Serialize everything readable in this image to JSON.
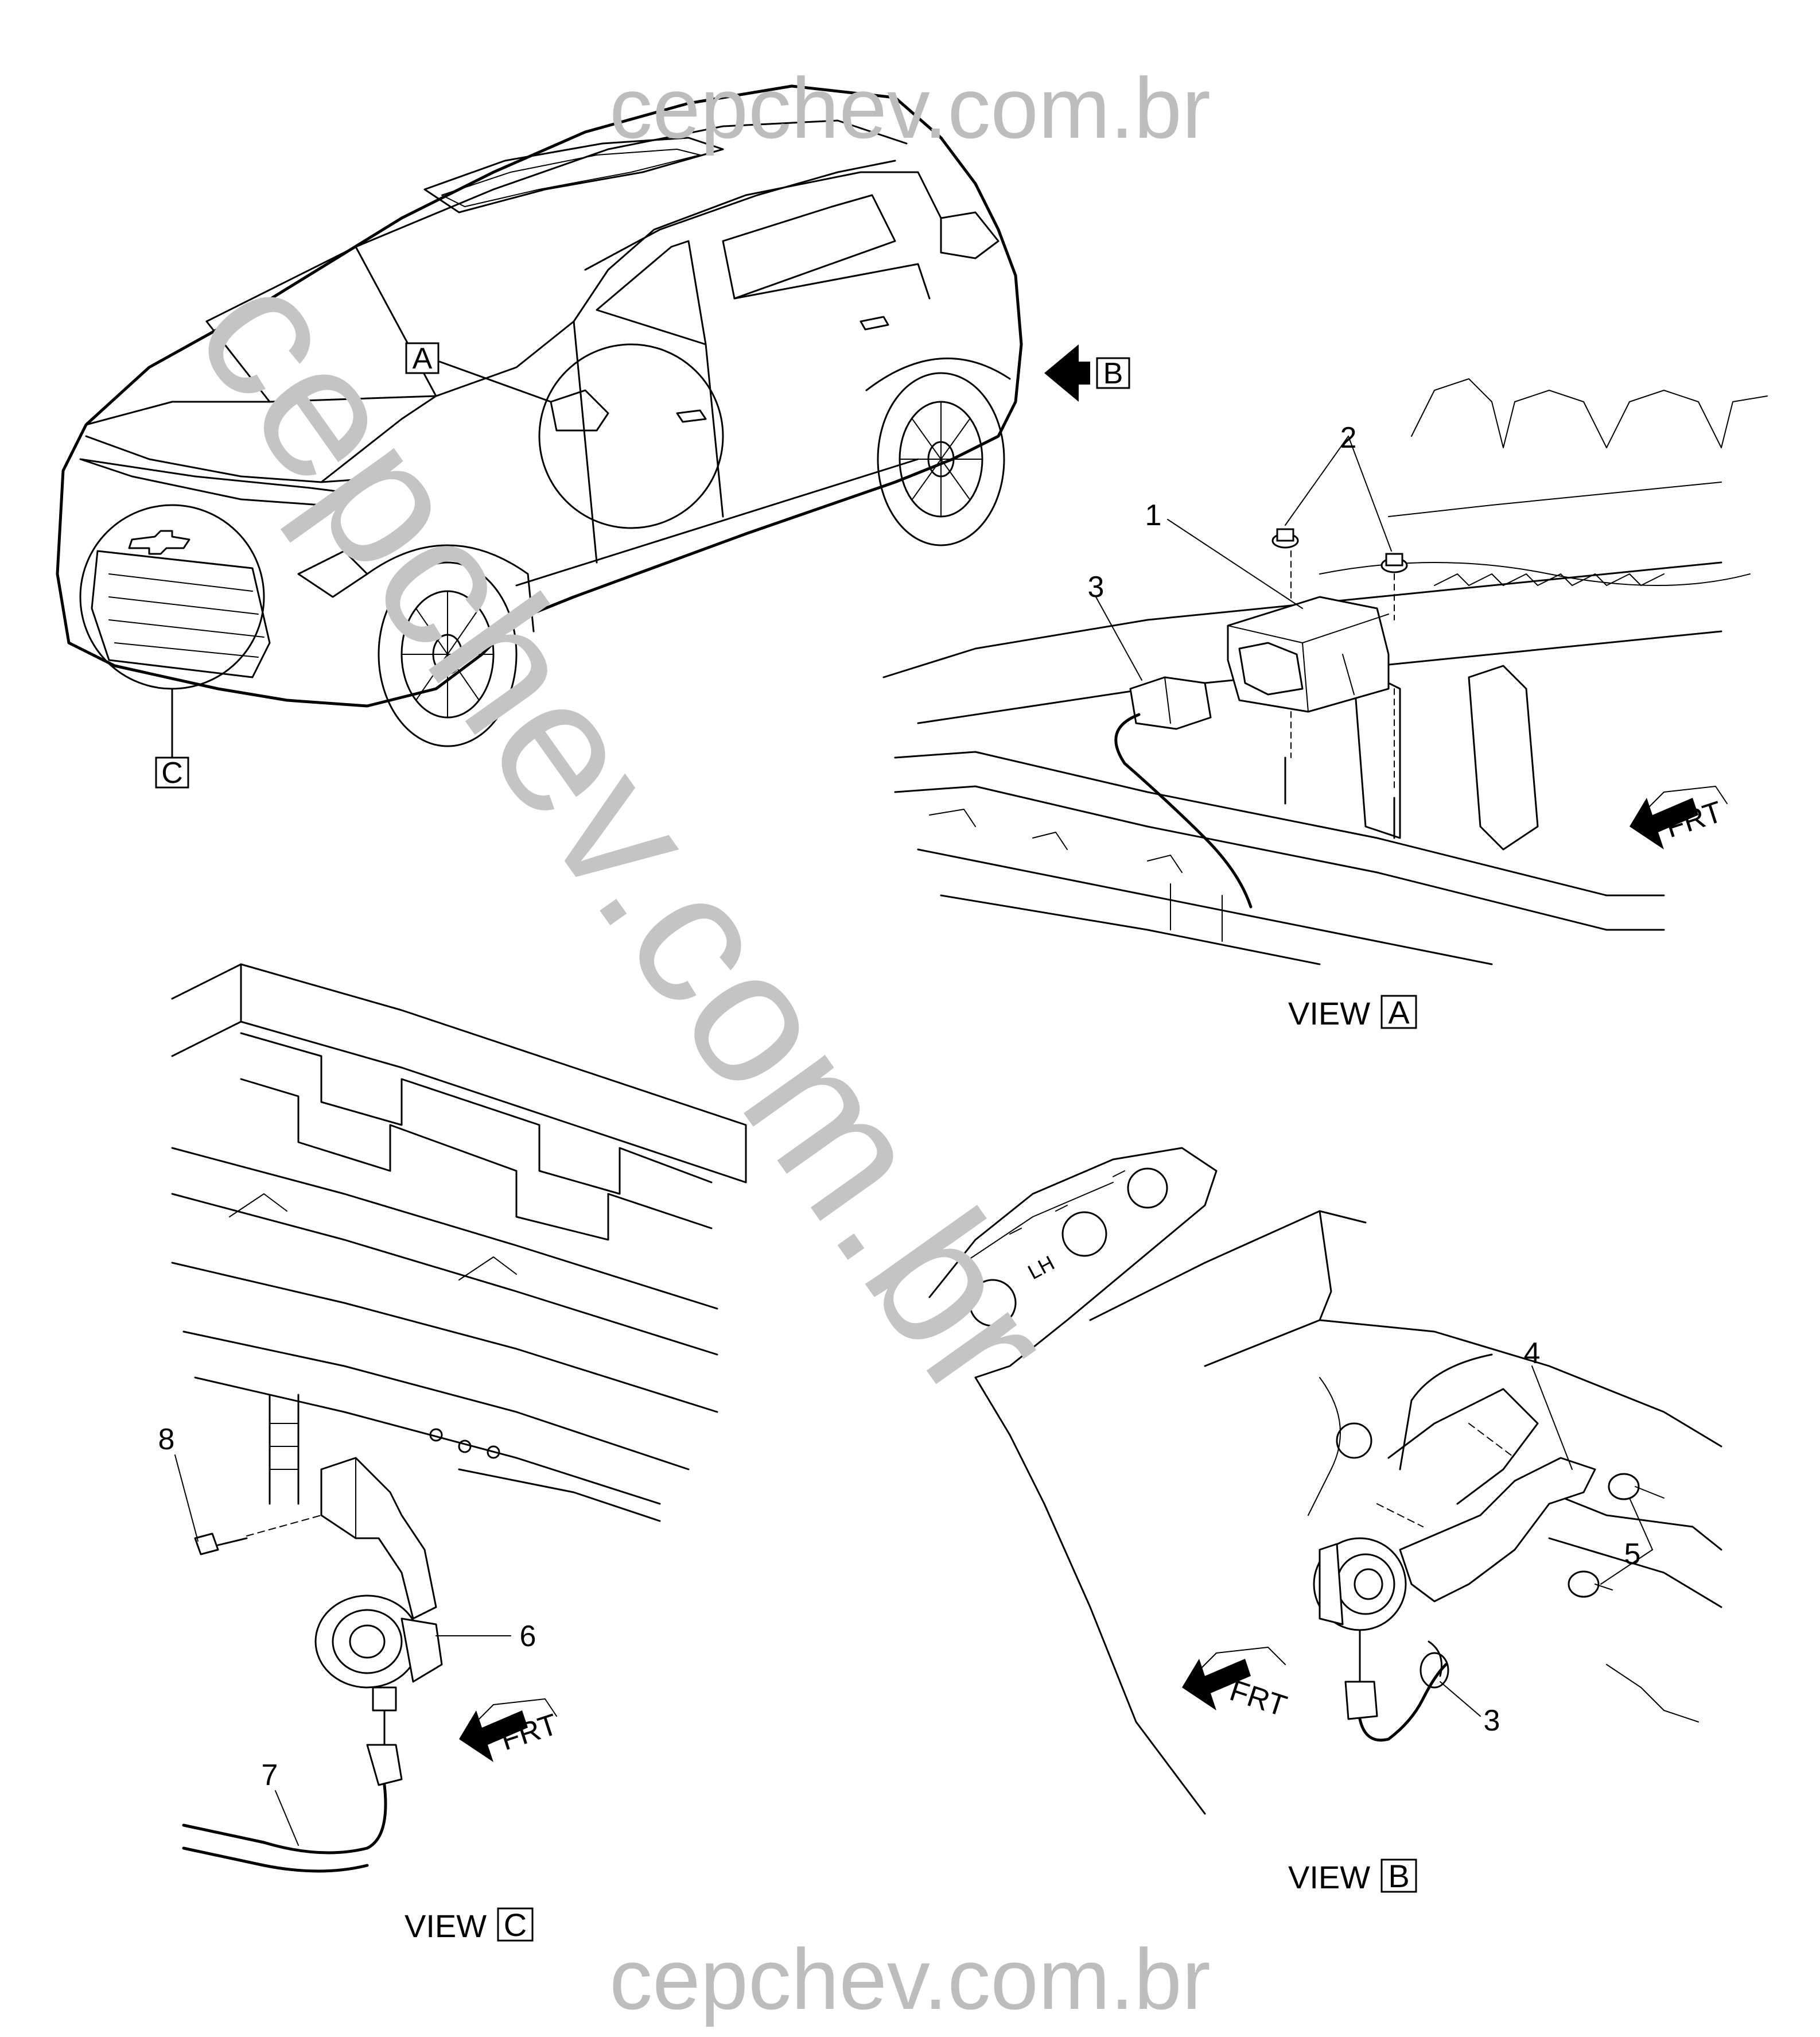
{
  "watermark": {
    "top": "cepchev.com.br",
    "bottom": "cepchev.com.br",
    "diagonal": "cepchev.com.br",
    "color": "#bdbdbd"
  },
  "vehicle_markers": {
    "a": "A",
    "b": "B",
    "c": "C"
  },
  "view_a": {
    "caption_prefix": "VIEW",
    "caption_letter": "A",
    "callouts": [
      "1",
      "2",
      "3"
    ],
    "front_label": "FRT"
  },
  "view_b": {
    "caption_prefix": "VIEW",
    "caption_letter": "B",
    "callouts": [
      "4",
      "5",
      "3"
    ],
    "front_label": "FRT",
    "side_label": "LH"
  },
  "view_c": {
    "caption_prefix": "VIEW",
    "caption_letter": "C",
    "callouts": [
      "8",
      "6",
      "7"
    ],
    "front_label": "FRT"
  }
}
